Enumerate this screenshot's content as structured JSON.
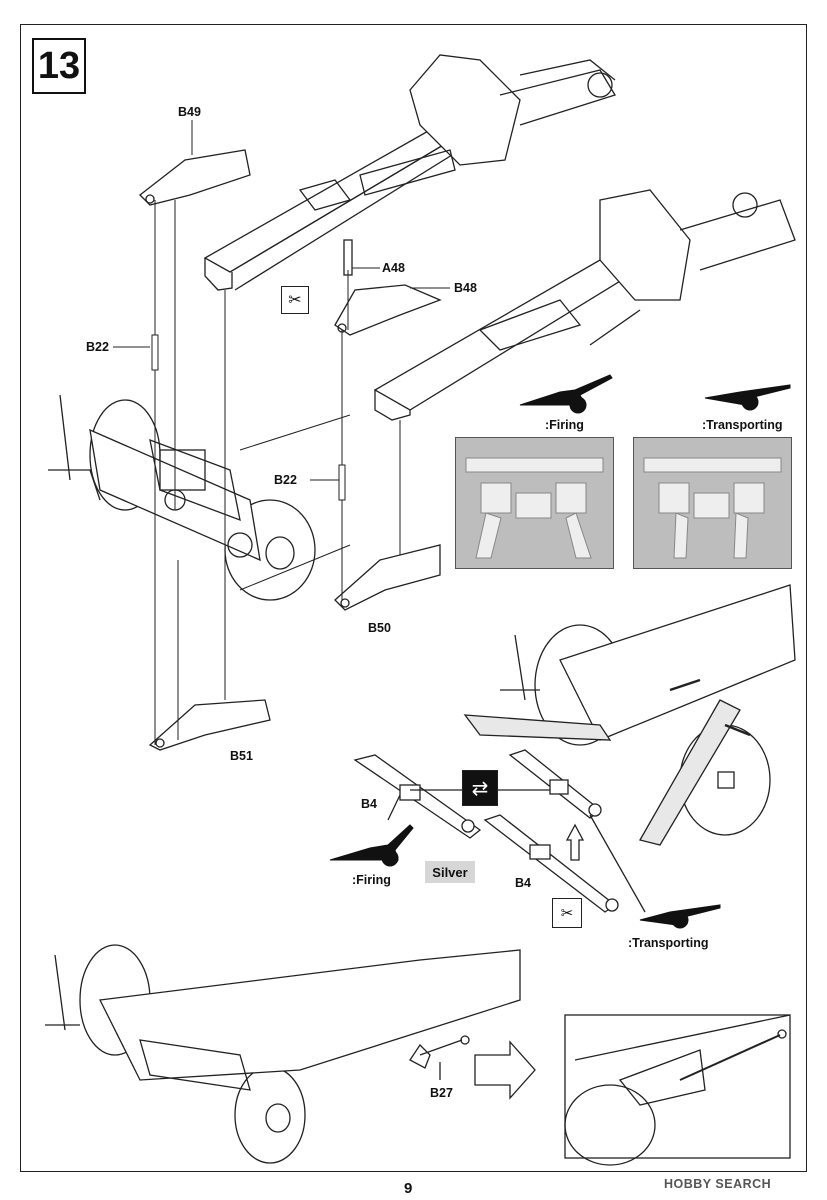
{
  "step": {
    "number": "13"
  },
  "parts": {
    "b49": "B49",
    "a48": "A48",
    "b48": "B48",
    "b22_top": "B22",
    "b22_mid": "B22",
    "b50": "B50",
    "b51": "B51",
    "b4_left": "B4",
    "b4_right": "B4",
    "b27": "B27"
  },
  "captions": {
    "firing_top": ":Firing",
    "transporting_top": ":Transporting",
    "firing_bottom": ":Firing",
    "transporting_bottom": ":Transporting",
    "silver": "Silver"
  },
  "page_number": "9",
  "watermark": "HOBBY SEARCH",
  "colors": {
    "paint_swatch": "#d6d6d6",
    "line": "#222222",
    "photo_bg": "#bdbdbd"
  },
  "icons": [
    "step-number-box",
    "cut-part-icon",
    "swap-position-icon",
    "cut-pliers-icon",
    "gun-firing-silhouette-icon",
    "gun-transporting-silhouette-icon",
    "arrow-right-icon"
  ]
}
